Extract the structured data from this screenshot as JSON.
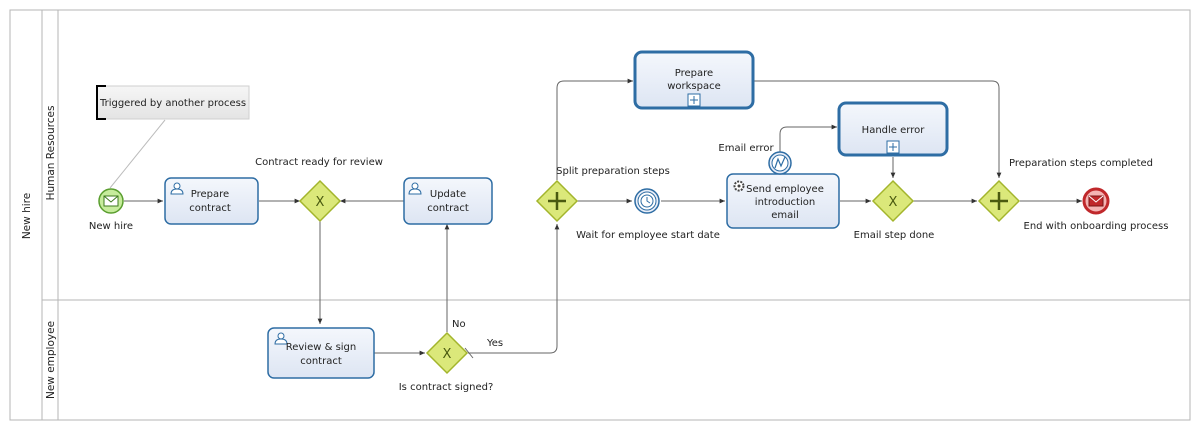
{
  "pool": {
    "label": "New hire"
  },
  "lanes": [
    {
      "label": "Human Resources"
    },
    {
      "label": "New employee"
    }
  ],
  "annotation": {
    "text": "Triggered by another process"
  },
  "events": {
    "start": {
      "label": "New hire",
      "icon": "envelope-icon"
    },
    "timer": {
      "label": "Wait for employee start date",
      "icon": "clock-icon"
    },
    "error_boundary": {
      "label": "Email error",
      "icon": "error-icon"
    },
    "end": {
      "label": "End with onboarding process",
      "icon": "envelope-icon"
    }
  },
  "tasks": {
    "prepare_contract": {
      "line1": "Prepare",
      "line2": "contract",
      "icon": "user-icon"
    },
    "update_contract": {
      "line1": "Update",
      "line2": "contract",
      "icon": "user-icon"
    },
    "review_sign": {
      "line1": "Review & sign",
      "line2": "contract",
      "icon": "user-icon"
    },
    "prepare_workspace": {
      "line1": "Prepare",
      "line2": "workspace",
      "icon": "subprocess-plus-icon"
    },
    "send_email": {
      "line1": "Send employee",
      "line2": "introduction",
      "line3": "email",
      "icon": "gear-icon"
    },
    "handle_error": {
      "line1": "Handle error",
      "icon": "subprocess-plus-icon"
    }
  },
  "gateways": {
    "contract_ready": {
      "label": "Contract ready for review",
      "type": "exclusive"
    },
    "contract_signed": {
      "label": "Is contract signed?",
      "type": "exclusive"
    },
    "split": {
      "label": "Split preparation steps",
      "type": "parallel"
    },
    "email_done": {
      "label": "Email step done",
      "type": "exclusive"
    },
    "steps_completed": {
      "label": "Preparation steps completed",
      "type": "parallel"
    }
  },
  "flow_labels": {
    "no": "No",
    "yes": "Yes"
  },
  "colors": {
    "task_border": "#2e6da4",
    "task_fill": "#e9eef8",
    "gateway_fill": "#dbe87a",
    "gateway_border": "#a3b52c",
    "start_fill": "#c6ec9c",
    "start_border": "#5a9e2f",
    "end_fill": "#f4b3b3",
    "end_border": "#c0282b",
    "timer_border": "#2e6da4"
  }
}
